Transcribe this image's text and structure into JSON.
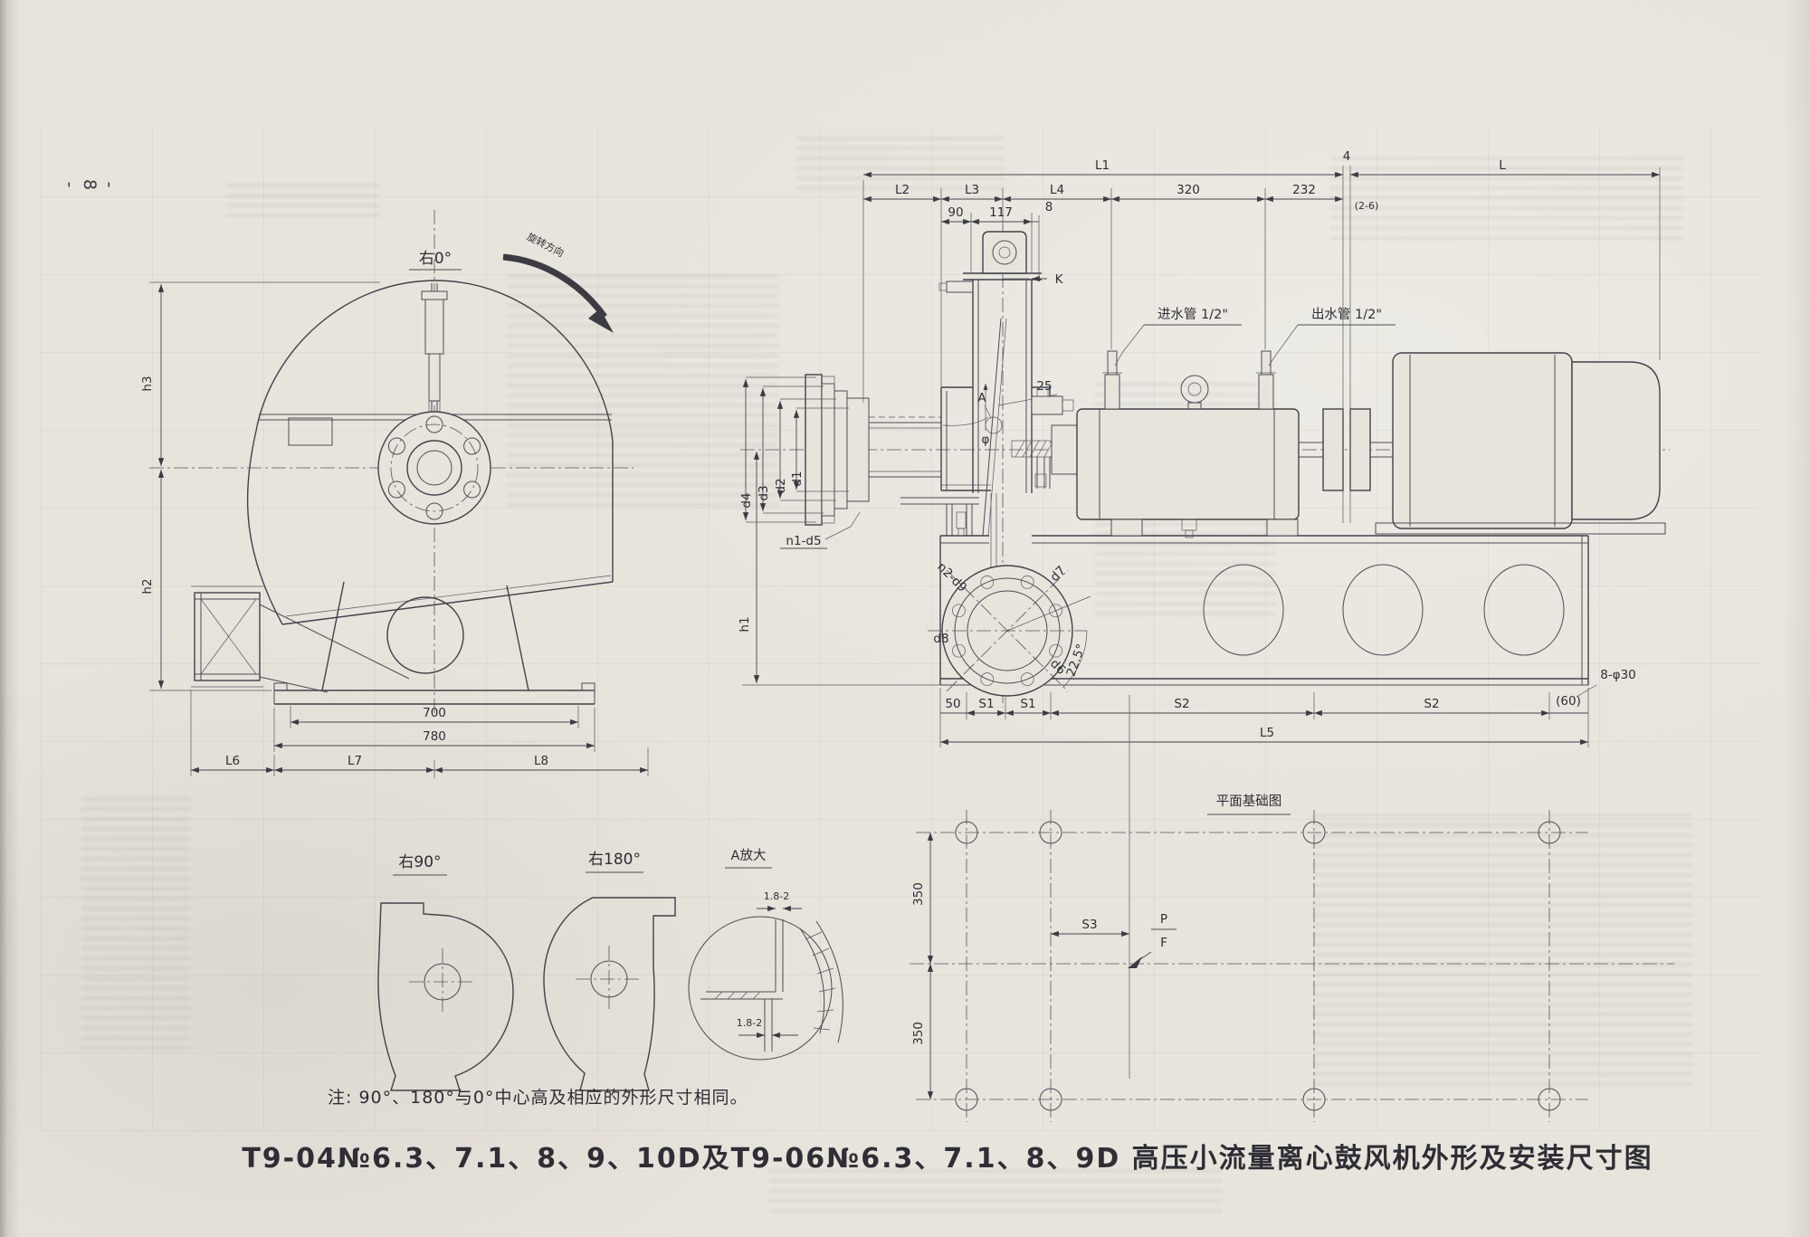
{
  "page": {
    "number": "- 8 -",
    "title": "T9-04№6.3、7.1、8、9、10D及T9-06№6.3、7.1、8、9D 高压小流量离心鼓风机外形及安装尺寸图",
    "note": "注: 90°、180°与0°中心高及相应的外形尺寸相同。"
  },
  "front_view": {
    "label": "右0°",
    "rotation_label": "旋转方向",
    "dims": {
      "h3": "h3",
      "h2": "h2",
      "w700": "700",
      "w780": "780",
      "L6": "L6",
      "L7": "L7",
      "L8": "L8"
    }
  },
  "side_view": {
    "dims": {
      "L1": "L1",
      "L2": "L2",
      "L3": "L3",
      "L4": "L4",
      "d320": "320",
      "d232": "232",
      "gap4": "4",
      "gap4_note": "(2-6)",
      "L": "L",
      "d90": "90",
      "d117": "117",
      "d8": "8",
      "K": "K",
      "d25": "25",
      "phi": "φ",
      "A": "A",
      "n1_d5": "n1-d5",
      "d4": "d4",
      "d3": "d3",
      "d2": "d2",
      "d1": "d1",
      "h1": "h1",
      "d50": "50",
      "S1": "S1",
      "S2": "S2",
      "d60": "(60)",
      "L5": "L5",
      "bolt8": "8-φ30"
    },
    "labels": {
      "inlet_pipe": "进水管 1/2\"",
      "outlet_pipe": "出水管 1/2\""
    }
  },
  "outlet_flange": {
    "n2_d9": "n2-d9",
    "d7": "d7",
    "d8": "d8",
    "d6": "d6",
    "angle": "22.5°"
  },
  "foundation_plan": {
    "label": "平面基础图",
    "d350": "350",
    "S3": "S3",
    "P": "P",
    "F": "F"
  },
  "detail_views": {
    "right90": "右90°",
    "right180": "右180°",
    "detailA": "A放大",
    "gap": "1.8-2"
  }
}
